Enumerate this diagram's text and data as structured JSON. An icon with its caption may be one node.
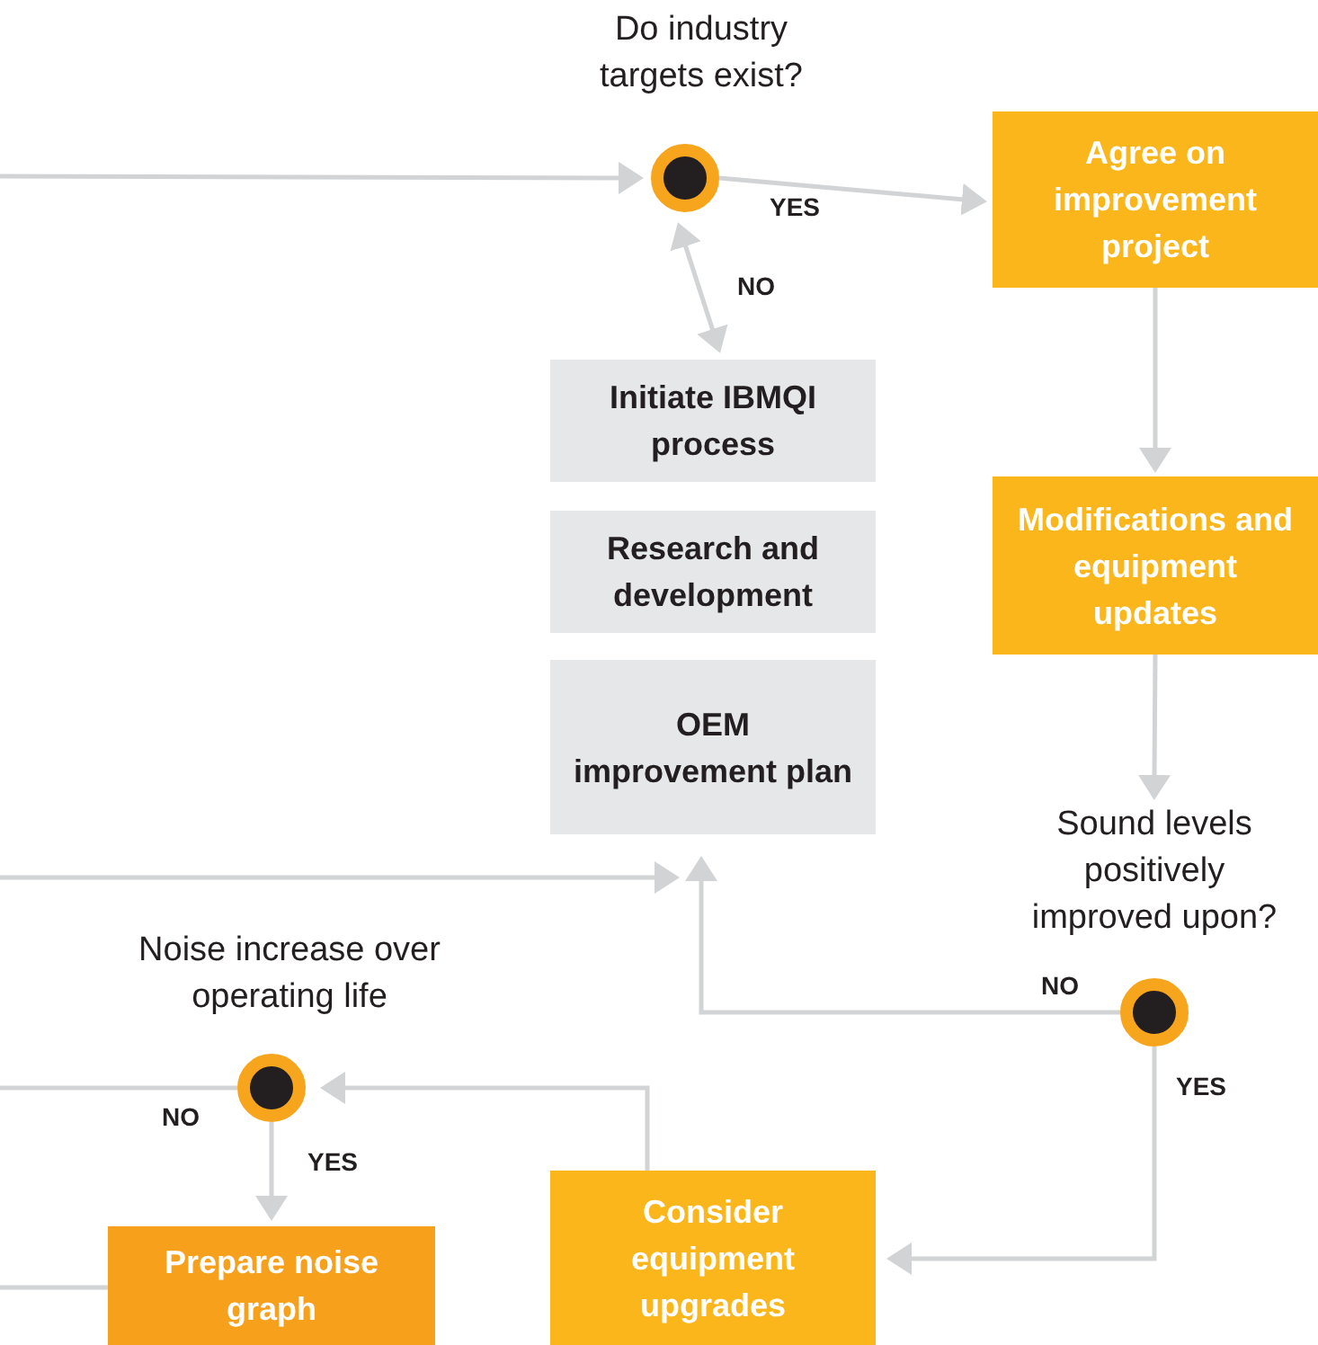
{
  "diagram": {
    "nodes": [
      {
        "text": [],
        "shape": "circle",
        "beside": [
          "Do industry targets exist?"
        ]
      },
      {
        "text": [
          "Agree on improvement project"
        ]
      },
      {
        "text": [
          "Initiate IBMQI process"
        ]
      },
      {
        "text": [
          "Research and development"
        ]
      },
      {
        "text": [
          "OEM improvement plan"
        ]
      },
      {
        "text": [
          "Modifications and equipment updates"
        ]
      },
      {
        "text": [],
        "shape": "circle",
        "beside": [
          "Sound levels positively improved upon?"
        ]
      },
      {
        "text": [],
        "shape": "circle",
        "beside": [
          "Noise increase over operating life"
        ]
      },
      {
        "text": [
          "Prepare noise graph"
        ]
      },
      {
        "text": [
          "Consider equipment upgrades"
        ]
      }
    ],
    "edges": [
      {
        "from": null,
        "to": 0,
        "arrow": "to"
      },
      {
        "from": 0,
        "to": 1,
        "arrow": "to",
        "label": "YES"
      },
      {
        "from": 0,
        "to": 2,
        "arrow": "both",
        "label": "NO"
      },
      {
        "from": 1,
        "to": 5,
        "arrow": "to"
      },
      {
        "from": 5,
        "to": 6,
        "arrow": "to"
      },
      {
        "from": 6,
        "to": 4,
        "arrow": "to",
        "label": "NO"
      },
      {
        "from": null,
        "to": 4,
        "arrow": "to"
      },
      {
        "from": 6,
        "to": 9,
        "arrow": "to",
        "label": "YES"
      },
      {
        "from": 9,
        "to": 7,
        "arrow": "to"
      },
      {
        "from": 7,
        "to": null,
        "arrow": "none",
        "label": "NO"
      },
      {
        "from": 7,
        "to": 8,
        "arrow": "to",
        "label": "YES"
      },
      {
        "from": 8,
        "to": null,
        "arrow": "none"
      }
    ]
  }
}
